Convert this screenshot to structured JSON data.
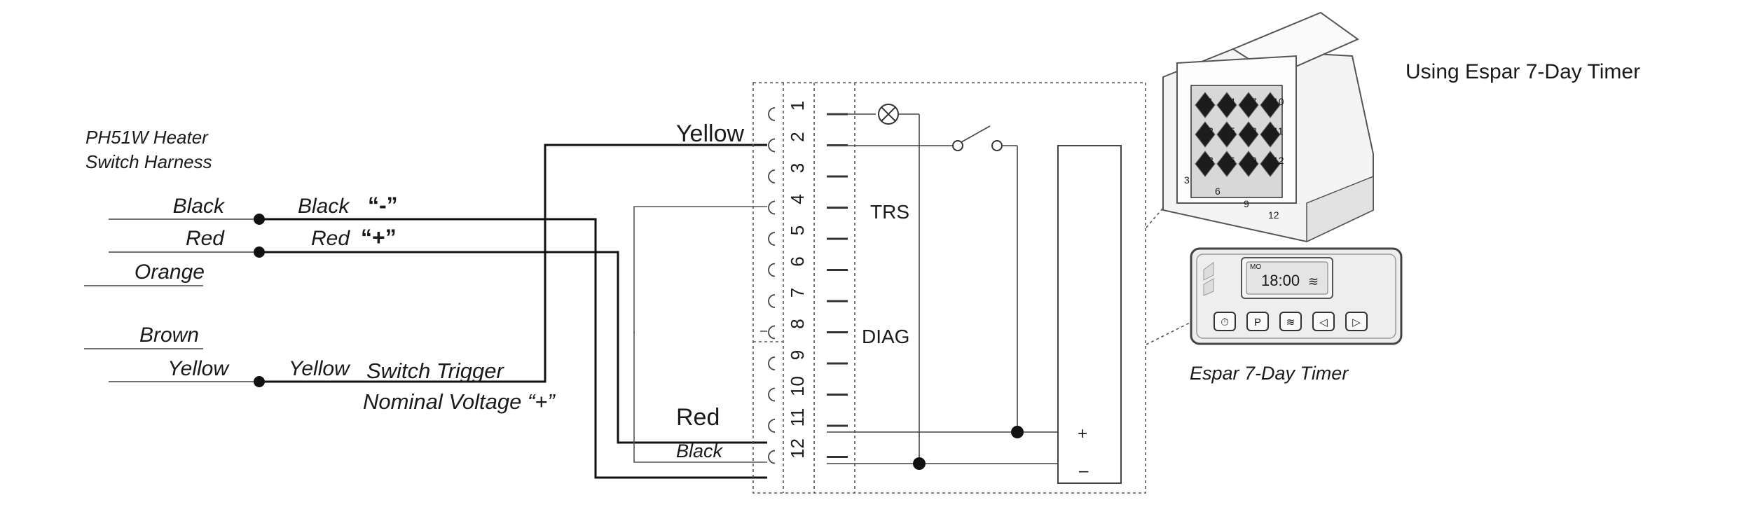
{
  "header": {
    "title": "Using Espar 7-Day Timer"
  },
  "harness": {
    "title_line1": "PH51W Heater",
    "title_line2": "Switch Harness",
    "wires": [
      {
        "color": "Black",
        "mid_label": "Black",
        "mid_sign": "“-”"
      },
      {
        "color": "Red",
        "mid_label": "Red",
        "mid_sign": "“+”"
      },
      {
        "color": "Orange"
      },
      {
        "color": "Brown"
      },
      {
        "color": "Yellow",
        "mid_label": "Yellow",
        "trigger_label": "Switch Trigger",
        "voltage_label": "Nominal Voltage “+”"
      }
    ]
  },
  "connector": {
    "pins": [
      "1",
      "2",
      "3",
      "4",
      "5",
      "6",
      "7",
      "8",
      "9",
      "10",
      "11",
      "12"
    ],
    "wire_labels": {
      "yellow": "Yellow",
      "red": "Red",
      "black": "Black"
    },
    "pin_labels": {
      "trs": "TRS",
      "diag": "DIAG"
    },
    "power_labels": {
      "plus": "+",
      "minus": "–"
    }
  },
  "plug": {
    "top_numbers": [
      "1",
      "4",
      "7",
      "10"
    ],
    "mid1_numbers": [
      "2",
      "5",
      "8",
      "11"
    ],
    "mid2_numbers": [
      "3",
      "6",
      "9",
      "12"
    ],
    "bottom_numbers": [
      "3",
      "6",
      "9",
      "12"
    ]
  },
  "timer": {
    "day": "MO",
    "time": "18:00",
    "heat_icon_glyph": "≋",
    "caption": "Espar 7-Day Timer",
    "buttons": [
      {
        "name": "clock",
        "glyph": "⏱"
      },
      {
        "name": "p",
        "glyph": "P"
      },
      {
        "name": "heat",
        "glyph": "≋"
      },
      {
        "name": "left",
        "glyph": "◁"
      },
      {
        "name": "right",
        "glyph": "▷"
      }
    ]
  }
}
